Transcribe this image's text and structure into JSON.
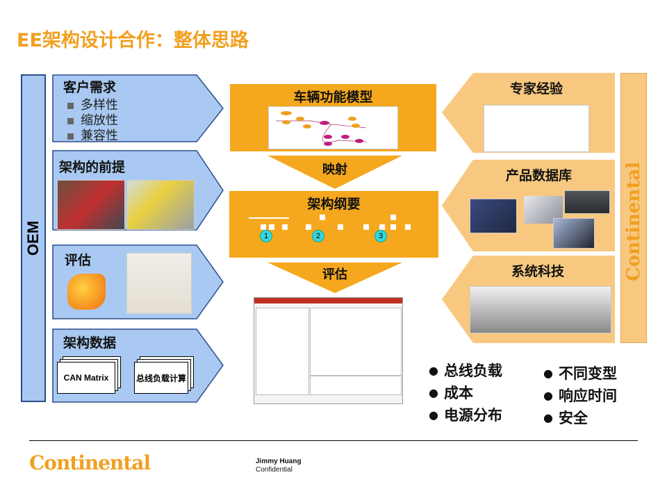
{
  "title": "EE架构设计合作：整体思路",
  "oem_label": "OEM",
  "left_panels": [
    {
      "label": "客户需求",
      "bullets": [
        "多样性",
        "缩放性",
        "兼容性"
      ]
    },
    {
      "label": "架构的前提"
    },
    {
      "label": "评估"
    },
    {
      "label": "架构数据",
      "docs": [
        "CAN Matrix",
        "总线负载计算"
      ]
    }
  ],
  "center": {
    "box1": "车辆功能模型",
    "arrow1": "映射",
    "box2": "架构纲要",
    "markers": [
      "1",
      "2",
      "3"
    ],
    "arrow2": "评估"
  },
  "right_panels": [
    {
      "label": "专家经验"
    },
    {
      "label": "产品数据库"
    },
    {
      "label": "系统科技"
    }
  ],
  "brand_vertical": "Continental",
  "bullets_col1": [
    "总线负载",
    "成本",
    "电源分布"
  ],
  "bullets_col2": [
    "不同变型",
    "响应时间",
    "安全"
  ],
  "footer": {
    "logo": "Continental",
    "author": "Jimmy Huang",
    "classification": "Confidential"
  },
  "colors": {
    "title": "#f0a020",
    "blue_panel": "#a9c9f2",
    "orange_box": "#f5a81d",
    "light_orange": "#f8c880"
  }
}
